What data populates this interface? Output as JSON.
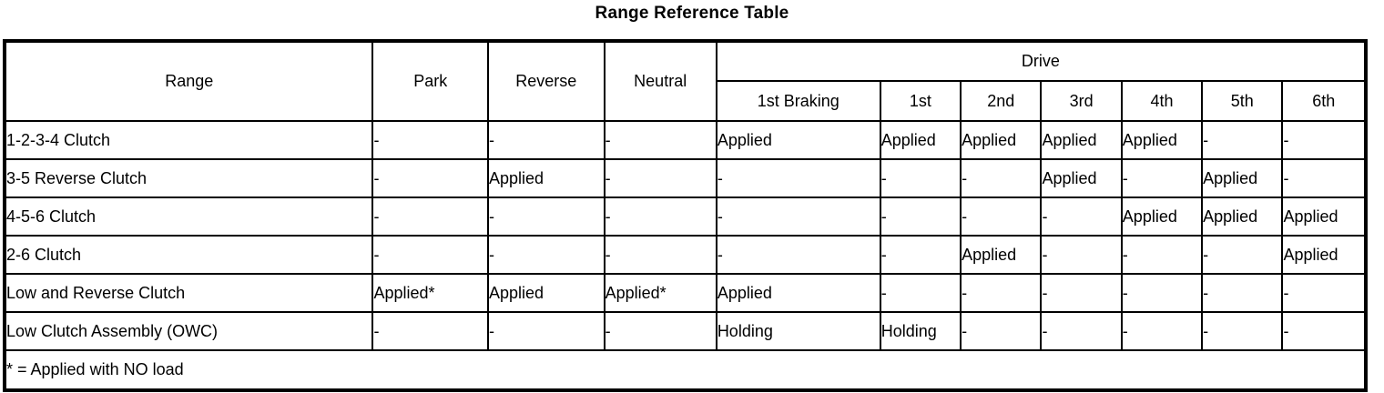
{
  "title": "Range Reference Table",
  "table": {
    "range_header": "Range",
    "columns": [
      "Park",
      "Reverse",
      "Neutral"
    ],
    "drive_group_label": "Drive",
    "drive_columns": [
      "1st Braking",
      "1st",
      "2nd",
      "3rd",
      "4th",
      "5th",
      "6th"
    ],
    "rows": [
      {
        "label": "1-2-3-4 Clutch",
        "cells": [
          "-",
          "-",
          "-",
          "Applied",
          "Applied",
          "Applied",
          "Applied",
          "Applied",
          "-",
          "-"
        ]
      },
      {
        "label": "3-5 Reverse Clutch",
        "cells": [
          "-",
          "Applied",
          "-",
          "-",
          "-",
          "-",
          "Applied",
          "-",
          "Applied",
          "-"
        ]
      },
      {
        "label": "4-5-6 Clutch",
        "cells": [
          "-",
          "-",
          "-",
          "-",
          "-",
          "-",
          "-",
          "Applied",
          "Applied",
          "Applied"
        ]
      },
      {
        "label": "2-6 Clutch",
        "cells": [
          "-",
          "-",
          "-",
          "-",
          "-",
          "Applied",
          "-",
          "-",
          "-",
          "Applied"
        ]
      },
      {
        "label": "Low and Reverse Clutch",
        "cells": [
          "Applied*",
          "Applied",
          "Applied*",
          "Applied",
          "-",
          "-",
          "-",
          "-",
          "-",
          "-"
        ]
      },
      {
        "label": "Low Clutch Assembly (OWC)",
        "cells": [
          "-",
          "-",
          "-",
          "Holding",
          "Holding",
          "-",
          "-",
          "-",
          "-",
          "-"
        ]
      }
    ],
    "footnote": "* = Applied with NO load"
  },
  "colors": {
    "ink": "#000000",
    "paper": "#ffffff"
  }
}
